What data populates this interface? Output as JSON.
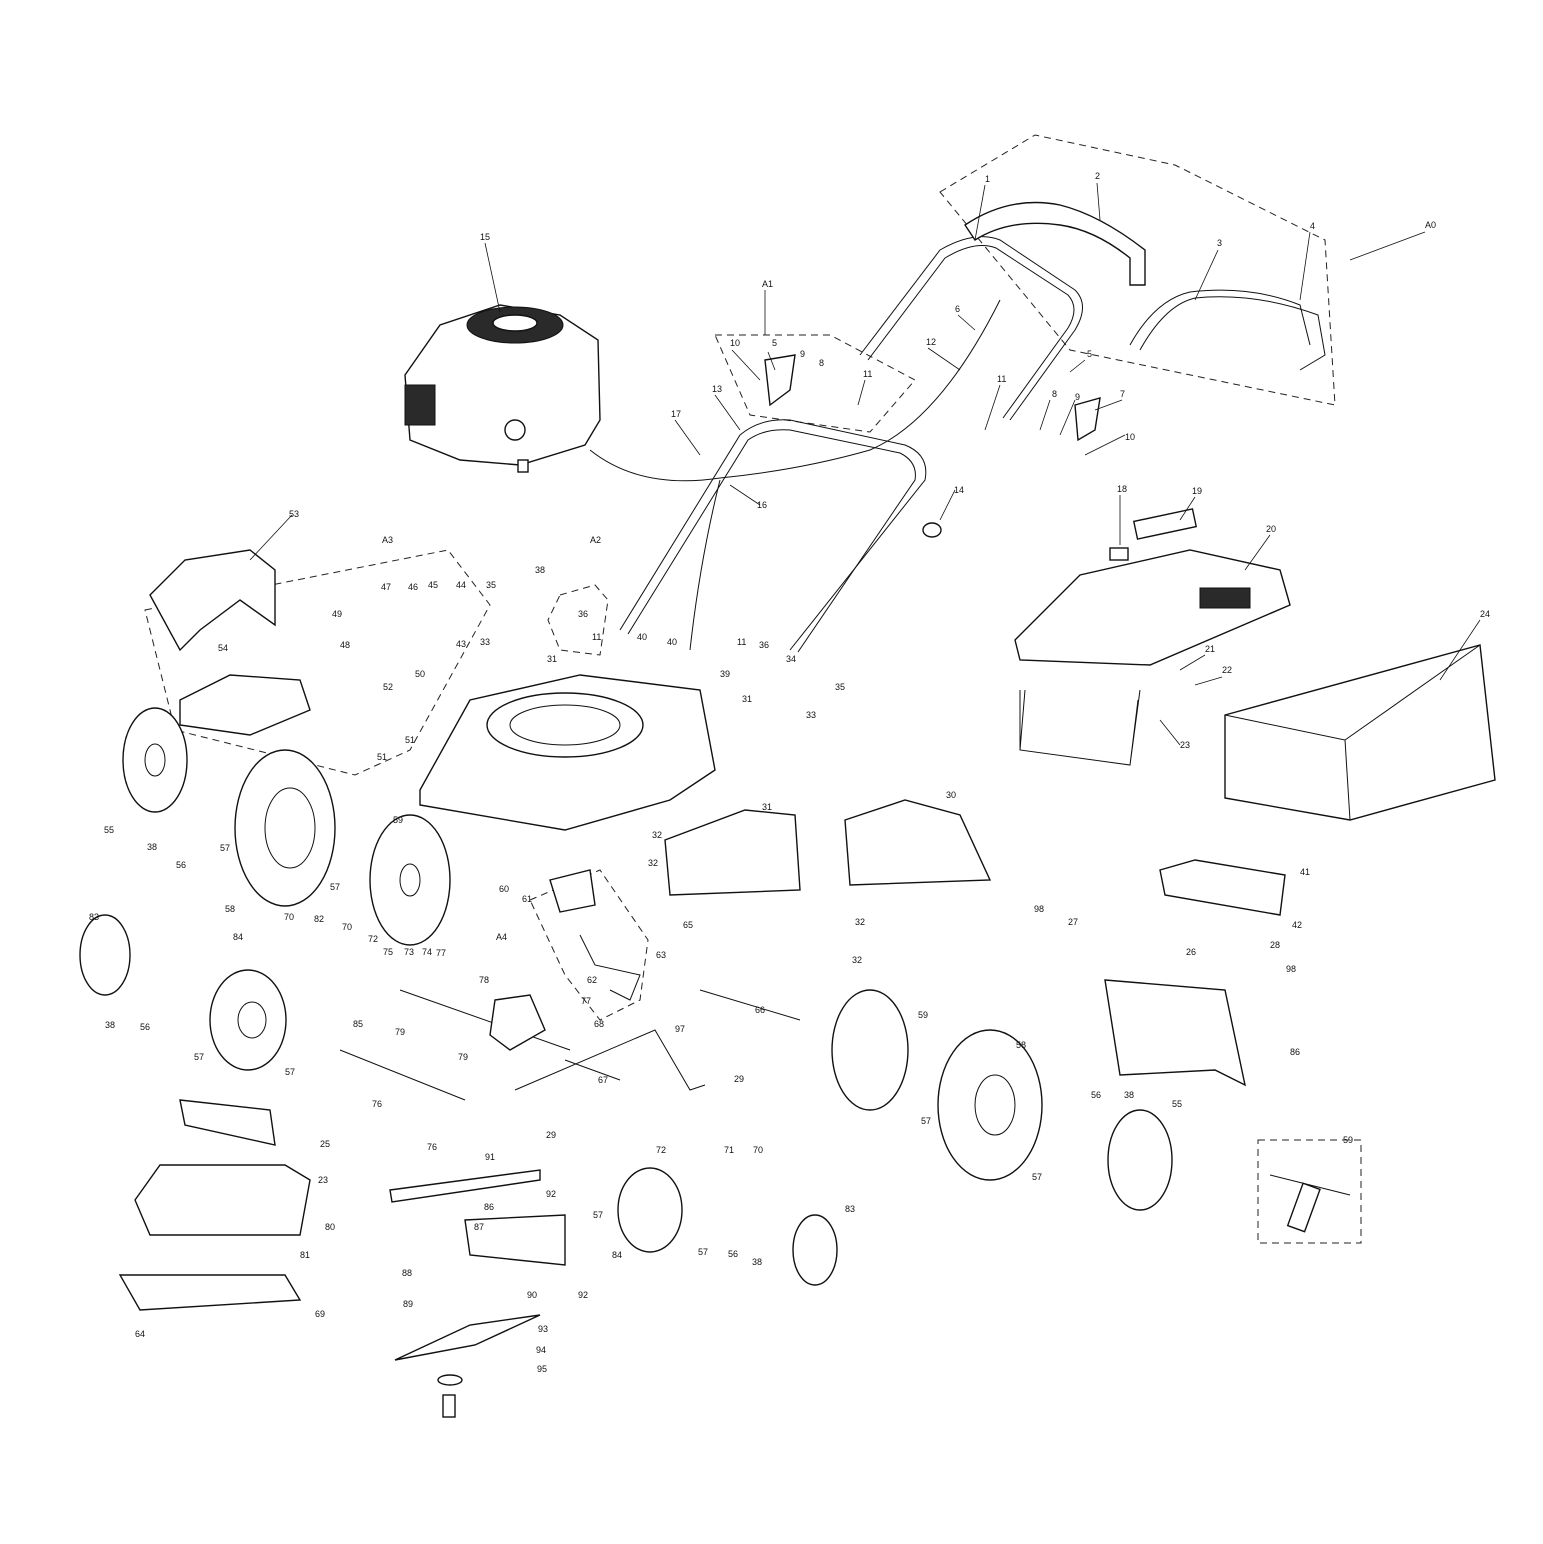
{
  "diagram": {
    "callouts": [
      {
        "id": "c1",
        "text": "1"
      },
      {
        "id": "c2",
        "text": "2"
      },
      {
        "id": "c3",
        "text": "3"
      },
      {
        "id": "c4",
        "text": "4"
      },
      {
        "id": "cA0",
        "text": "A0"
      },
      {
        "id": "c5a",
        "text": "5"
      },
      {
        "id": "c5b",
        "text": "5"
      },
      {
        "id": "c6",
        "text": "6"
      },
      {
        "id": "c7",
        "text": "7"
      },
      {
        "id": "c8a",
        "text": "8"
      },
      {
        "id": "c8b",
        "text": "8"
      },
      {
        "id": "c9a",
        "text": "9"
      },
      {
        "id": "c9b",
        "text": "9"
      },
      {
        "id": "c10a",
        "text": "10"
      },
      {
        "id": "c10b",
        "text": "10"
      },
      {
        "id": "c11a",
        "text": "11"
      },
      {
        "id": "c11b",
        "text": "11"
      },
      {
        "id": "c11c",
        "text": "11"
      },
      {
        "id": "c11d",
        "text": "11"
      },
      {
        "id": "c12",
        "text": "12"
      },
      {
        "id": "c13",
        "text": "13"
      },
      {
        "id": "c14",
        "text": "14"
      },
      {
        "id": "c15",
        "text": "15"
      },
      {
        "id": "c16",
        "text": "16"
      },
      {
        "id": "c17",
        "text": "17"
      },
      {
        "id": "cA1",
        "text": "A1"
      },
      {
        "id": "c18",
        "text": "18"
      },
      {
        "id": "c19",
        "text": "19"
      },
      {
        "id": "c20",
        "text": "20"
      },
      {
        "id": "c21",
        "text": "21"
      },
      {
        "id": "c22",
        "text": "22"
      },
      {
        "id": "c23a",
        "text": "23"
      },
      {
        "id": "c23b",
        "text": "23"
      },
      {
        "id": "c24",
        "text": "24"
      },
      {
        "id": "c25",
        "text": "25"
      },
      {
        "id": "c26",
        "text": "26"
      },
      {
        "id": "c27",
        "text": "27"
      },
      {
        "id": "c28",
        "text": "28"
      },
      {
        "id": "c29a",
        "text": "29"
      },
      {
        "id": "c29b",
        "text": "29"
      },
      {
        "id": "c30",
        "text": "30"
      },
      {
        "id": "c31a",
        "text": "31"
      },
      {
        "id": "c31b",
        "text": "31"
      },
      {
        "id": "c31c",
        "text": "31"
      },
      {
        "id": "c32a",
        "text": "32"
      },
      {
        "id": "c32b",
        "text": "32"
      },
      {
        "id": "c32c",
        "text": "32"
      },
      {
        "id": "c32d",
        "text": "32"
      },
      {
        "id": "c33a",
        "text": "33"
      },
      {
        "id": "c33b",
        "text": "33"
      },
      {
        "id": "c34",
        "text": "34"
      },
      {
        "id": "c35a",
        "text": "35"
      },
      {
        "id": "c35b",
        "text": "35"
      },
      {
        "id": "c36a",
        "text": "36"
      },
      {
        "id": "c36b",
        "text": "36"
      },
      {
        "id": "c38a",
        "text": "38"
      },
      {
        "id": "c38b",
        "text": "38"
      },
      {
        "id": "c38c",
        "text": "38"
      },
      {
        "id": "c38d",
        "text": "38"
      },
      {
        "id": "c38e",
        "text": "38"
      },
      {
        "id": "c39",
        "text": "39"
      },
      {
        "id": "c40a",
        "text": "40"
      },
      {
        "id": "c40b",
        "text": "40"
      },
      {
        "id": "c41",
        "text": "41"
      },
      {
        "id": "c42",
        "text": "42"
      },
      {
        "id": "c43",
        "text": "43"
      },
      {
        "id": "c44",
        "text": "44"
      },
      {
        "id": "c45",
        "text": "45"
      },
      {
        "id": "c46",
        "text": "46"
      },
      {
        "id": "c47",
        "text": "47"
      },
      {
        "id": "c48",
        "text": "48"
      },
      {
        "id": "c49",
        "text": "49"
      },
      {
        "id": "c50",
        "text": "50"
      },
      {
        "id": "c51a",
        "text": "51"
      },
      {
        "id": "c51b",
        "text": "51"
      },
      {
        "id": "c52",
        "text": "52"
      },
      {
        "id": "cA2",
        "text": "A2"
      },
      {
        "id": "cA3",
        "text": "A3"
      },
      {
        "id": "c53",
        "text": "53"
      },
      {
        "id": "c54",
        "text": "54"
      },
      {
        "id": "c55a",
        "text": "55"
      },
      {
        "id": "c55b",
        "text": "55"
      },
      {
        "id": "c56a",
        "text": "56"
      },
      {
        "id": "c56b",
        "text": "56"
      },
      {
        "id": "c56c",
        "text": "56"
      },
      {
        "id": "c56d",
        "text": "56"
      },
      {
        "id": "c57a",
        "text": "57"
      },
      {
        "id": "c57b",
        "text": "57"
      },
      {
        "id": "c57c",
        "text": "57"
      },
      {
        "id": "c57d",
        "text": "57"
      },
      {
        "id": "c57e",
        "text": "57"
      },
      {
        "id": "c57f",
        "text": "57"
      },
      {
        "id": "c57g",
        "text": "57"
      },
      {
        "id": "c57h",
        "text": "57"
      },
      {
        "id": "c58a",
        "text": "58"
      },
      {
        "id": "c58b",
        "text": "58"
      },
      {
        "id": "c59a",
        "text": "59"
      },
      {
        "id": "c59b",
        "text": "59"
      },
      {
        "id": "c59c",
        "text": "59"
      },
      {
        "id": "c60",
        "text": "60"
      },
      {
        "id": "c61",
        "text": "61"
      },
      {
        "id": "c62",
        "text": "62"
      },
      {
        "id": "c63",
        "text": "63"
      },
      {
        "id": "c64",
        "text": "64"
      },
      {
        "id": "c65",
        "text": "65"
      },
      {
        "id": "c66",
        "text": "66"
      },
      {
        "id": "c67",
        "text": "67"
      },
      {
        "id": "c68",
        "text": "68"
      },
      {
        "id": "c69",
        "text": "69"
      },
      {
        "id": "cA4",
        "text": "A4"
      },
      {
        "id": "c70a",
        "text": "70"
      },
      {
        "id": "c70b",
        "text": "70"
      },
      {
        "id": "c70c",
        "text": "70"
      },
      {
        "id": "c71",
        "text": "71"
      },
      {
        "id": "c72a",
        "text": "72"
      },
      {
        "id": "c72b",
        "text": "72"
      },
      {
        "id": "c73",
        "text": "73"
      },
      {
        "id": "c74",
        "text": "74"
      },
      {
        "id": "c75",
        "text": "75"
      },
      {
        "id": "c76a",
        "text": "76"
      },
      {
        "id": "c76b",
        "text": "76"
      },
      {
        "id": "c77a",
        "text": "77"
      },
      {
        "id": "c77b",
        "text": "77"
      },
      {
        "id": "c78",
        "text": "78"
      },
      {
        "id": "c79a",
        "text": "79"
      },
      {
        "id": "c79b",
        "text": "79"
      },
      {
        "id": "c80",
        "text": "80"
      },
      {
        "id": "c81",
        "text": "81"
      },
      {
        "id": "c82",
        "text": "82"
      },
      {
        "id": "c83a",
        "text": "83"
      },
      {
        "id": "c83b",
        "text": "83"
      },
      {
        "id": "c84a",
        "text": "84"
      },
      {
        "id": "c84b",
        "text": "84"
      },
      {
        "id": "c85",
        "text": "85"
      },
      {
        "id": "c86a",
        "text": "86"
      },
      {
        "id": "c86b",
        "text": "86"
      },
      {
        "id": "c87",
        "text": "87"
      },
      {
        "id": "c88",
        "text": "88"
      },
      {
        "id": "c89",
        "text": "89"
      },
      {
        "id": "c90",
        "text": "90"
      },
      {
        "id": "c91",
        "text": "91"
      },
      {
        "id": "c92a",
        "text": "92"
      },
      {
        "id": "c92b",
        "text": "92"
      },
      {
        "id": "c93",
        "text": "93"
      },
      {
        "id": "c94",
        "text": "94"
      },
      {
        "id": "c95",
        "text": "95"
      },
      {
        "id": "c97",
        "text": "97"
      },
      {
        "id": "c98a",
        "text": "98"
      },
      {
        "id": "c98b",
        "text": "98"
      }
    ]
  }
}
